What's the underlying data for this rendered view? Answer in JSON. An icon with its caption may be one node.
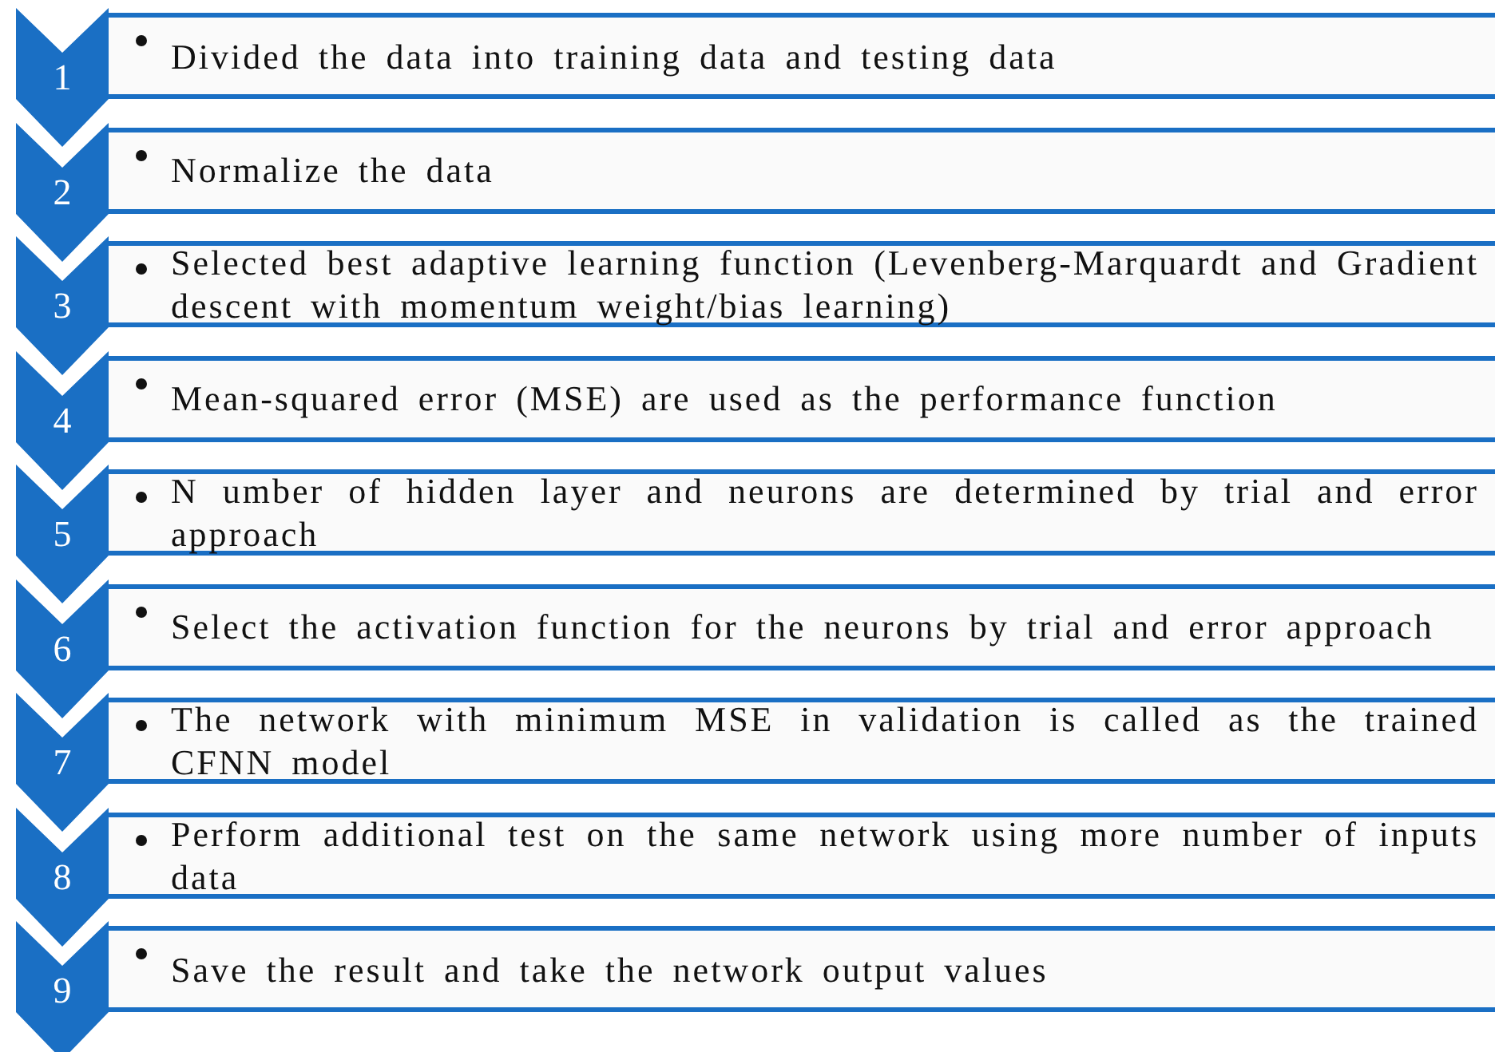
{
  "diagram": {
    "nodes": [
      {
        "text": [
          "1"
        ]
      },
      {
        "text": [
          "Divided the data into training data and testing data"
        ]
      },
      {
        "text": [
          "2"
        ]
      },
      {
        "text": [
          "Normalize the data"
        ]
      },
      {
        "text": [
          "3"
        ]
      },
      {
        "text": [
          "Selected best adaptive learning function (Levenberg-Marquardt and Gradient descent with momentum weight/bias learning)"
        ]
      },
      {
        "text": [
          "4"
        ]
      },
      {
        "text": [
          "Mean-squared error (MSE) are used as the performance function"
        ]
      },
      {
        "text": [
          "5"
        ]
      },
      {
        "text": [
          "N umber of hidden layer and neurons are determined by trial and error approach"
        ]
      },
      {
        "text": [
          "6"
        ]
      },
      {
        "text": [
          "Select the activation function for the neurons by trial and error approach"
        ]
      },
      {
        "text": [
          "7"
        ]
      },
      {
        "text": [
          "The network with minimum MSE in validation is called as the trained CFNN model"
        ]
      },
      {
        "text": [
          "8"
        ]
      },
      {
        "text": [
          "Perform additional test on the same network using more number of inputs data"
        ]
      },
      {
        "text": [
          "9"
        ]
      },
      {
        "text": [
          "Save the result and take the network output values"
        ]
      }
    ]
  }
}
